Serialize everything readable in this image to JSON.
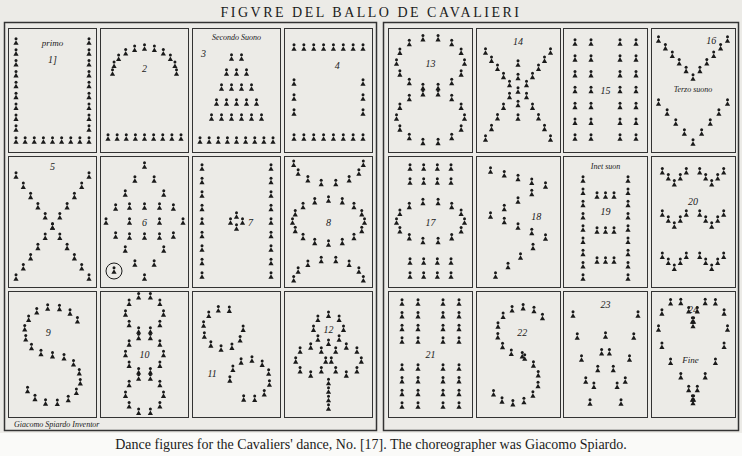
{
  "diagram": {
    "title": "FIGVRE DEL BALLO DE CAVALIERI",
    "caption": "Dance figures for the Cavaliers' dance, No. [17]. The choreographer was Giacomo Spiardo.",
    "nodes": [
      {
        "text": [
          "primo",
          "1]"
        ]
      },
      {
        "text": [
          "2"
        ]
      },
      {
        "text": [
          "Secondo Suono",
          "3"
        ]
      },
      {
        "text": [
          "4"
        ]
      },
      {
        "text": [
          "5"
        ]
      },
      {
        "text": [
          "6"
        ]
      },
      {
        "text": [
          "7"
        ]
      },
      {
        "text": [
          "8"
        ]
      },
      {
        "text": [
          "9"
        ]
      },
      {
        "text": [
          "10"
        ]
      },
      {
        "text": [
          "11"
        ]
      },
      {
        "text": [
          "12"
        ]
      },
      {
        "text": [
          "13"
        ]
      },
      {
        "text": [
          "14"
        ]
      },
      {
        "text": [
          "15"
        ]
      },
      {
        "text": [
          "Terzo suono",
          "16"
        ]
      },
      {
        "text": [
          "17"
        ]
      },
      {
        "text": [
          "18"
        ]
      },
      {
        "text": [
          "Inet suon",
          "19"
        ]
      },
      {
        "text": [
          "20"
        ]
      },
      {
        "text": [
          "21"
        ]
      },
      {
        "text": [
          "22"
        ]
      },
      {
        "text": [
          "23"
        ]
      },
      {
        "text": [
          "24",
          "Fine"
        ]
      }
    ],
    "labels": [
      "Giacomo Spiardo Inventor"
    ]
  }
}
